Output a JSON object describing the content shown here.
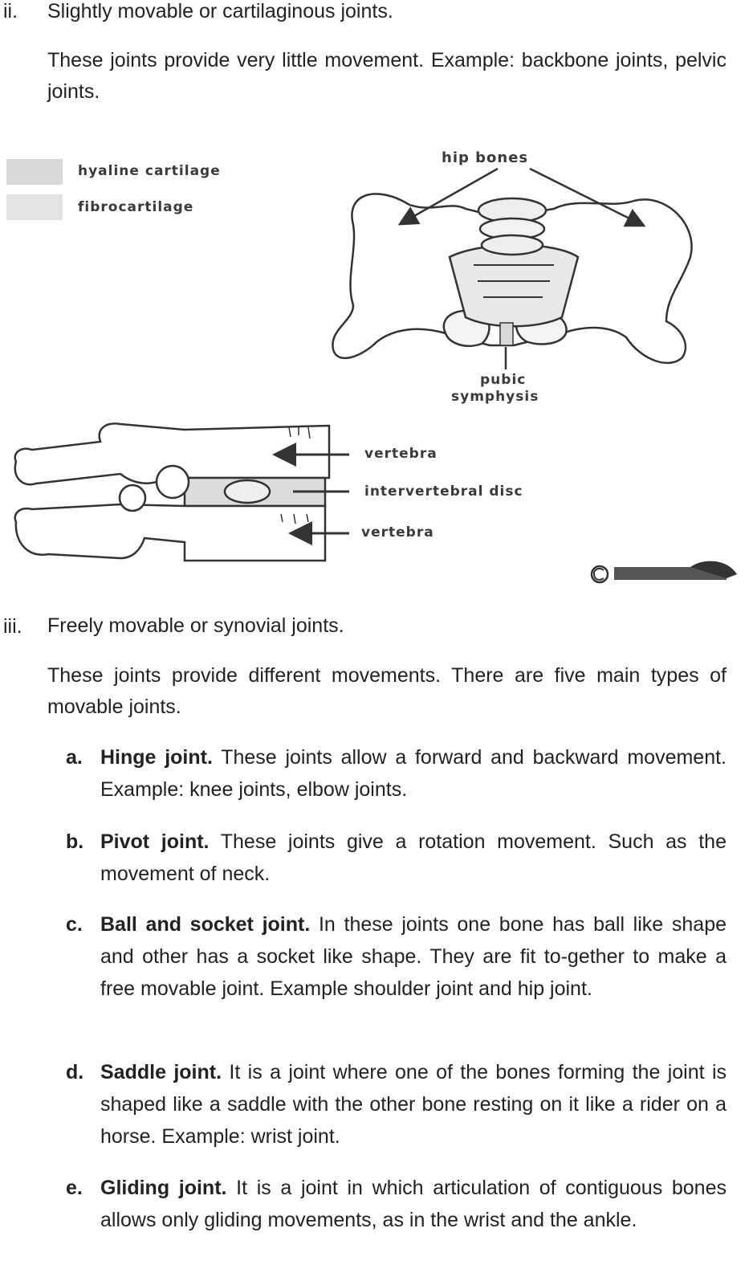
{
  "section_ii": {
    "numeral": "ii.",
    "heading": "Slightly movable or cartilaginous joints.",
    "description": "These joints provide very little movement. Example: backbone joints, pelvic joints."
  },
  "figure": {
    "legend": [
      {
        "label": "hyaline cartilage",
        "color": "#d9d9d9"
      },
      {
        "label": "fibrocartilage",
        "color": "#e3e3e3"
      }
    ],
    "labels": {
      "hip_bones": "hip bones",
      "pubic": "pubic",
      "symphysis": "symphysis",
      "vertebra_top": "vertebra",
      "disc": "intervertebral disc",
      "vertebra_bottom": "vertebra"
    }
  },
  "section_iii": {
    "numeral": "iii.",
    "heading": "Freely movable or synovial joints.",
    "description": "These joints provide different movements. There are five main types of movable joints.",
    "items": [
      {
        "letter": "a.",
        "term": "Hinge joint.",
        "text": " These joints allow a forward and backward movement. Example: knee joints, elbow joints."
      },
      {
        "letter": "b.",
        "term": "Pivot joint.",
        "text": " These joints give a rotation movement. Such as the movement of neck."
      },
      {
        "letter": "c.",
        "term": "Ball and socket joint.",
        "text": " In these joints one bone has ball like shape and other has a socket like shape. They are fit to-gether to make a free movable joint. Example shoulder joint and hip joint."
      },
      {
        "letter": "d.",
        "term": "Saddle joint.",
        "text": " It is a joint where one of the bones forming the joint is shaped like a saddle with the other bone resting on it like a rider on a horse. Example: wrist joint."
      },
      {
        "letter": "e.",
        "term": "Gliding joint.",
        "text": " It is a joint in which articulation of contiguous bones allows only gliding movements, as in the wrist and the ankle."
      }
    ]
  }
}
